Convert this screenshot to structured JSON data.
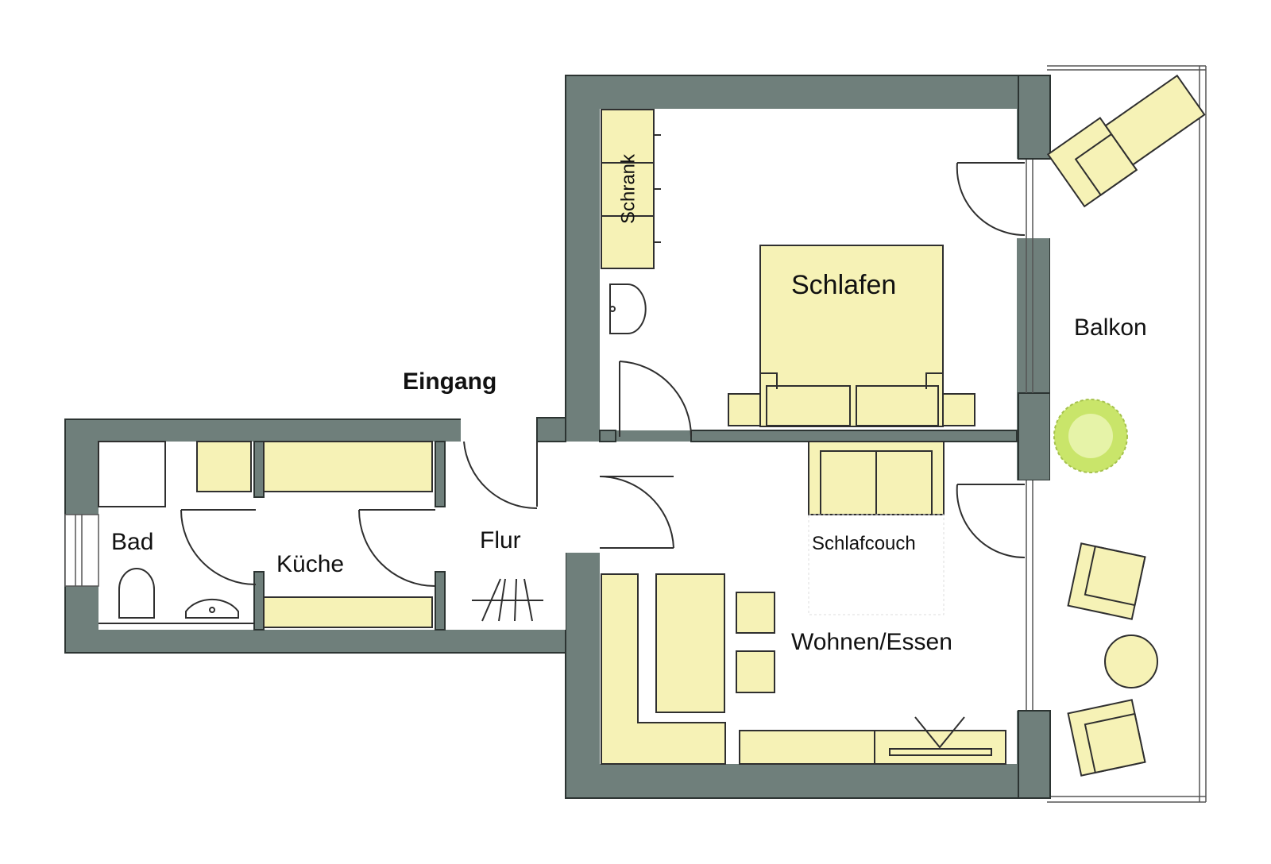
{
  "rooms": {
    "entrance": "Eingang",
    "bath": "Bad",
    "kitchen": "Küche",
    "hall": "Flur",
    "bedroom": "Schlafen",
    "wardrobe": "Schrank",
    "balcony": "Balkon",
    "sofa_bed": "Schlafcouch",
    "living": "Wohnen/Essen"
  },
  "colors": {
    "wall": "#6f7f7b",
    "furniture": "#f6f2b6",
    "plant": "#c9e56a"
  }
}
